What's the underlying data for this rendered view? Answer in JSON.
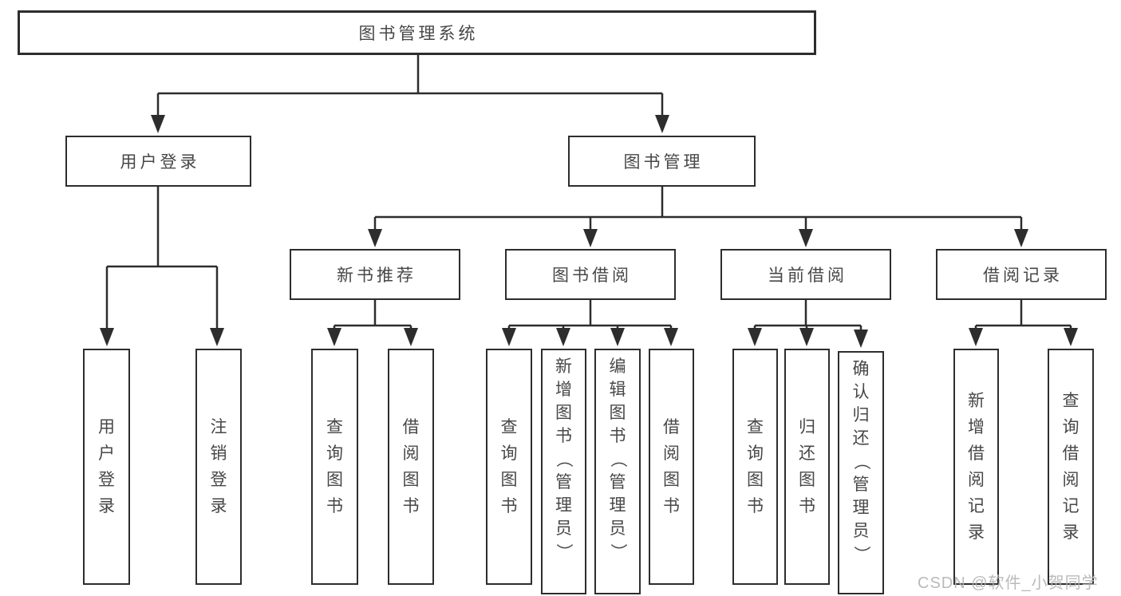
{
  "tree": {
    "label": "图书管理系统",
    "children": [
      {
        "label": "用户登录",
        "children": [
          {
            "label": "用户登录"
          },
          {
            "label": "注销登录"
          }
        ]
      },
      {
        "label": "图书管理",
        "children": [
          {
            "label": "新书推荐",
            "children": [
              {
                "label": "查询图书"
              },
              {
                "label": "借阅图书"
              }
            ]
          },
          {
            "label": "图书借阅",
            "children": [
              {
                "label": "查询图书"
              },
              {
                "label": "新增图书（管理员）"
              },
              {
                "label": "编辑图书（管理员）"
              },
              {
                "label": "借阅图书"
              }
            ]
          },
          {
            "label": "当前借阅",
            "children": [
              {
                "label": "查询图书"
              },
              {
                "label": "归还图书"
              },
              {
                "label": "确认归还（管理员）"
              }
            ]
          },
          {
            "label": "借阅记录",
            "children": [
              {
                "label": "新增借阅记录"
              },
              {
                "label": "查询借阅记录"
              }
            ]
          }
        ]
      }
    ]
  },
  "watermark": {
    "text": "CSDN @软件_小贺同学"
  },
  "colors": {
    "line": "#2d2d2d",
    "box_border": "#2d2d2d",
    "text": "#474747",
    "watermark": "#b3b3b3",
    "background": "#ffffff"
  }
}
